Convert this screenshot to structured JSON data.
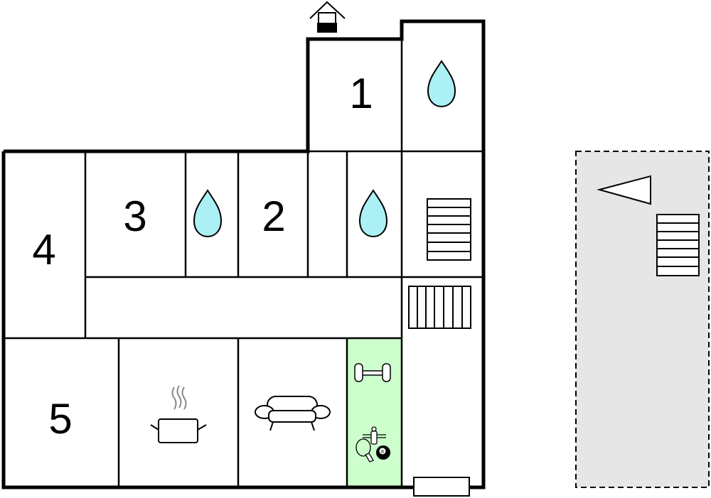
{
  "rooms": {
    "room_1": "1",
    "room_2": "2",
    "room_3": "3",
    "room_4": "4",
    "room_5": "5"
  },
  "icons": [
    "chimney-icon",
    "water-drop-icon",
    "stairs-icon",
    "pot-icon",
    "sofa-icon",
    "dumbbell-icon",
    "foosball-icon",
    "ping-pong-icon",
    "billiard-ball-icon",
    "arrow-triangle-icon"
  ],
  "colors": {
    "water": "#aaf0f5",
    "activity_room": "#ccffcc",
    "outdoor_area": "#e6e6e6",
    "wall": "#000000"
  },
  "billiard_ball_number": "8"
}
